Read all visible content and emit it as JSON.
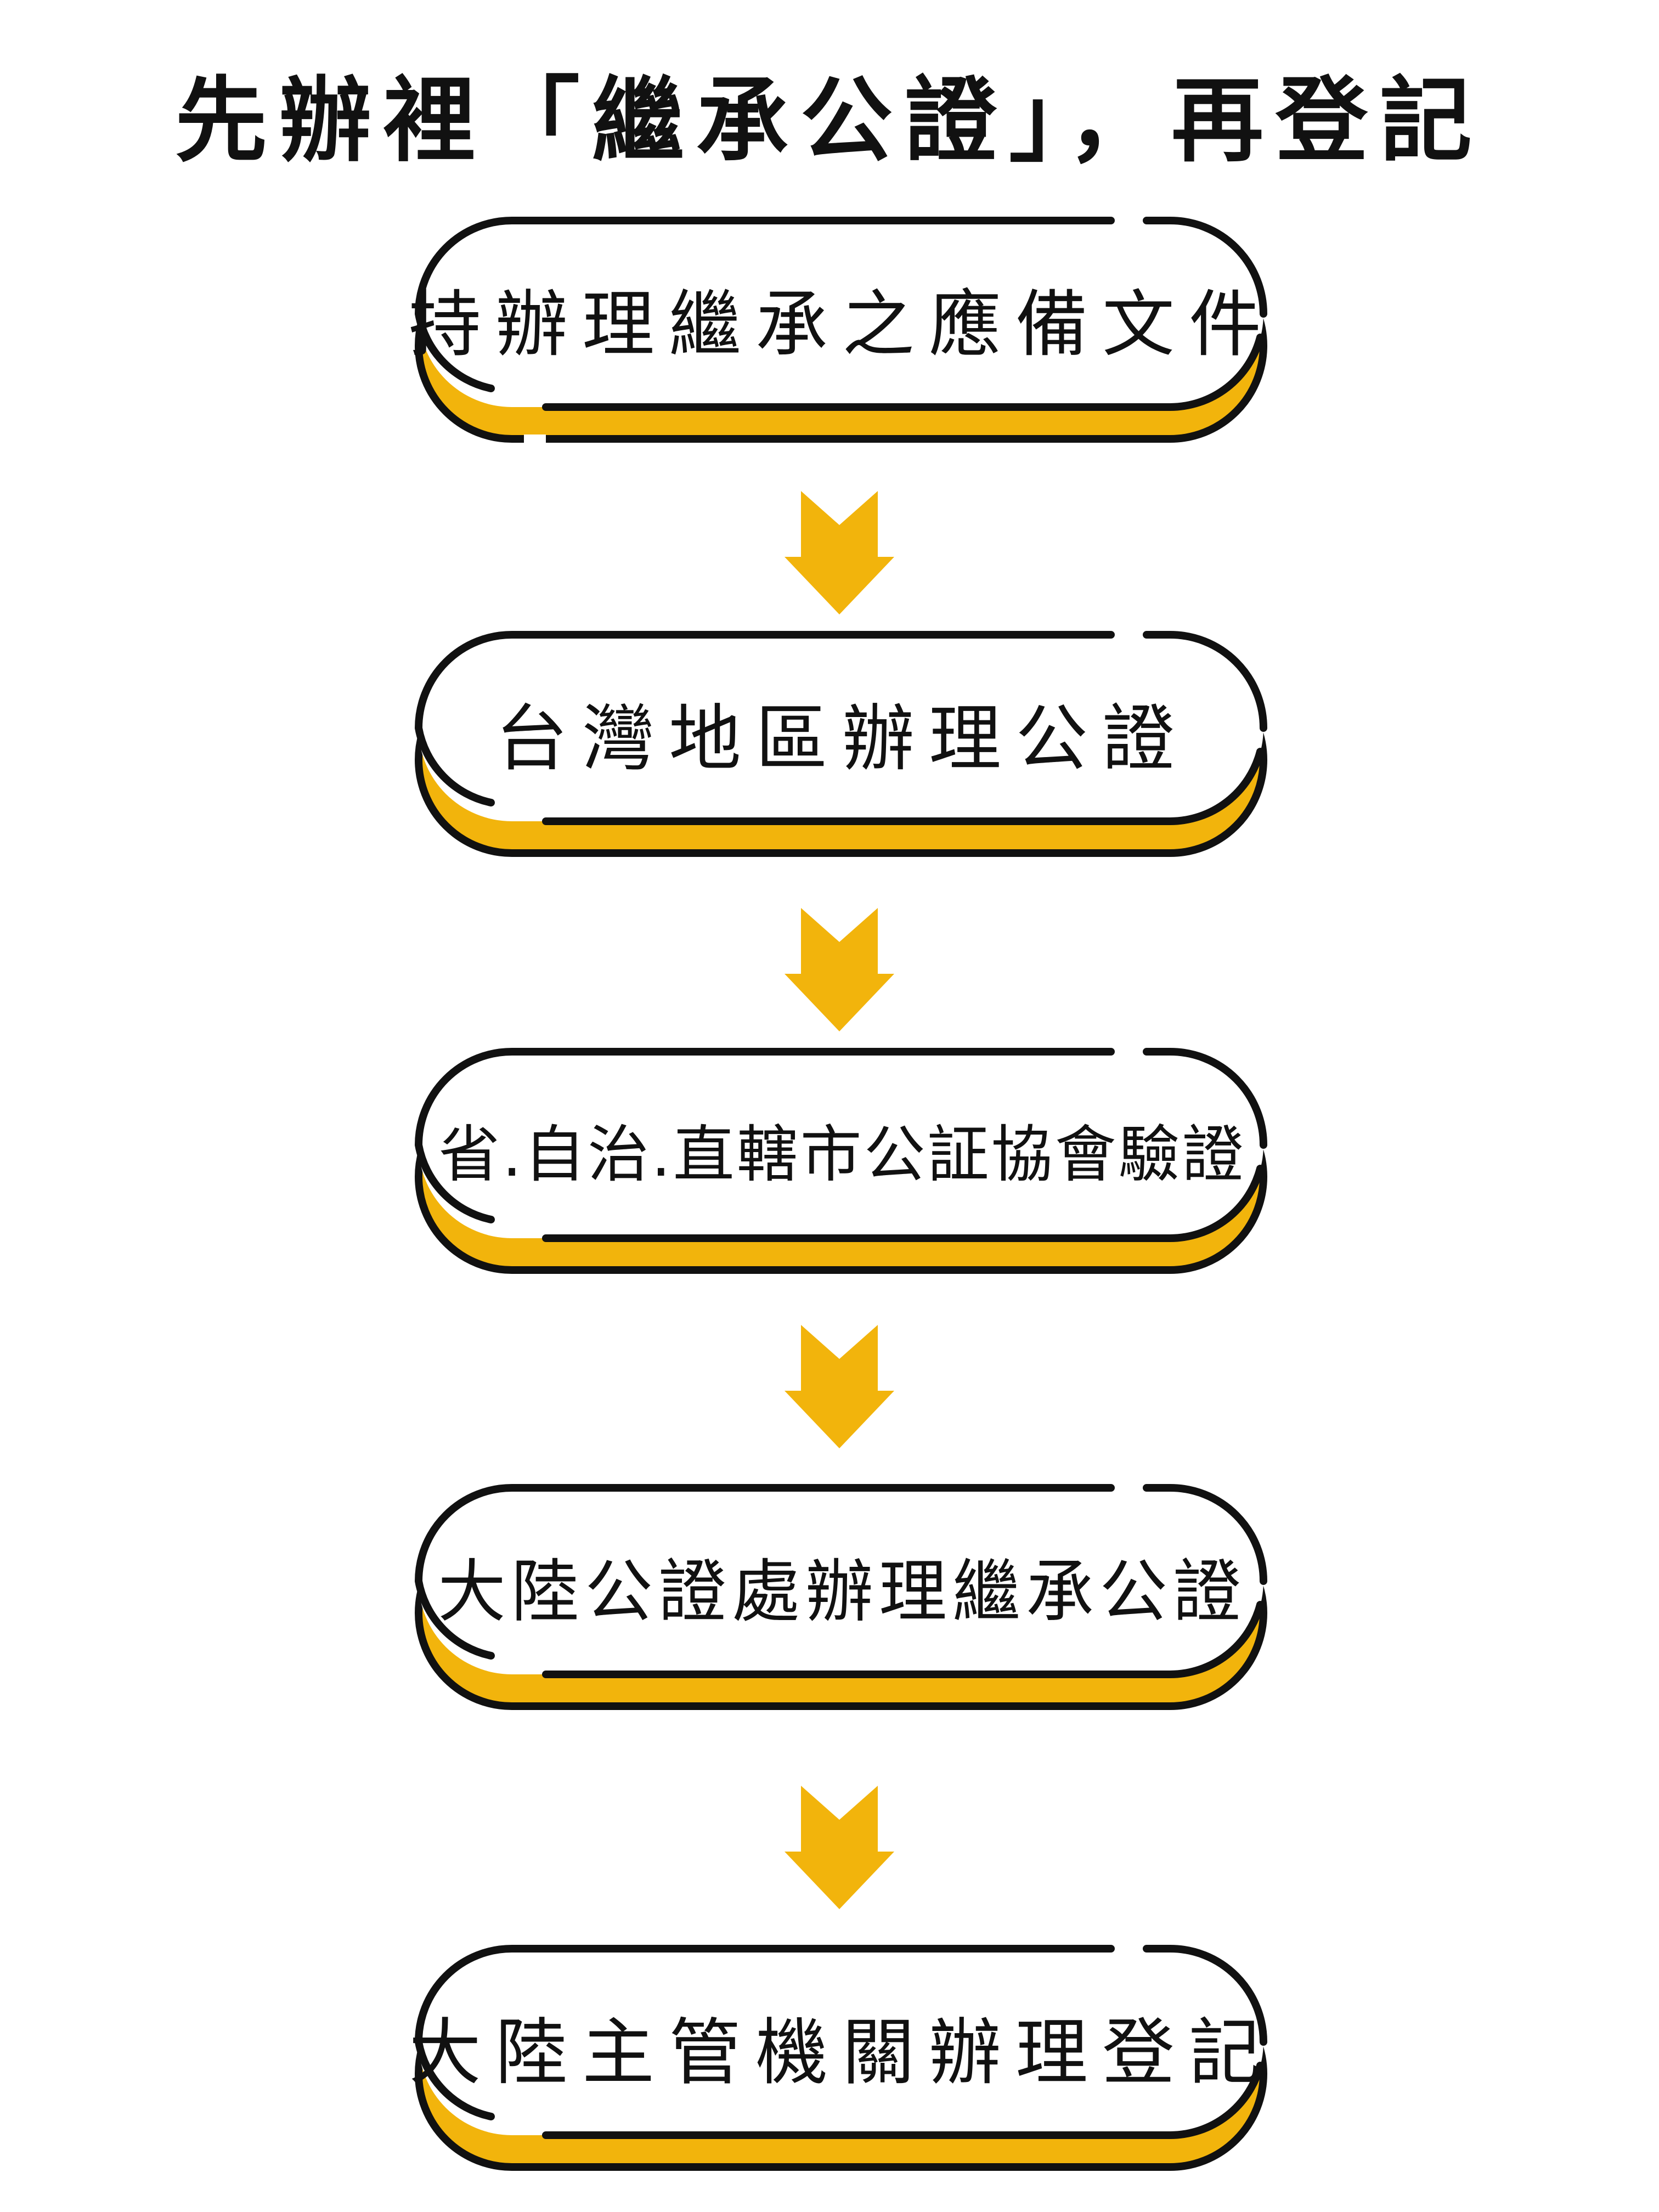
{
  "title": "先辦裡「繼承公證」，再登記",
  "colors": {
    "accent": "#F2B40C",
    "outline": "#111111",
    "background": "#FFFFFF"
  },
  "steps": [
    {
      "label": "持辦理繼承之應備文件"
    },
    {
      "label": "台灣地區辦理公證"
    },
    {
      "label": "省.自治.直轄市公証協會驗證"
    },
    {
      "label": "大陸公證處辦理繼承公證"
    },
    {
      "label": "大陸主管機關辦理登記"
    }
  ],
  "connectors": [
    {
      "icon": "arrow-down-icon"
    },
    {
      "icon": "arrow-down-icon"
    },
    {
      "icon": "arrow-down-icon"
    },
    {
      "icon": "arrow-down-icon"
    }
  ]
}
